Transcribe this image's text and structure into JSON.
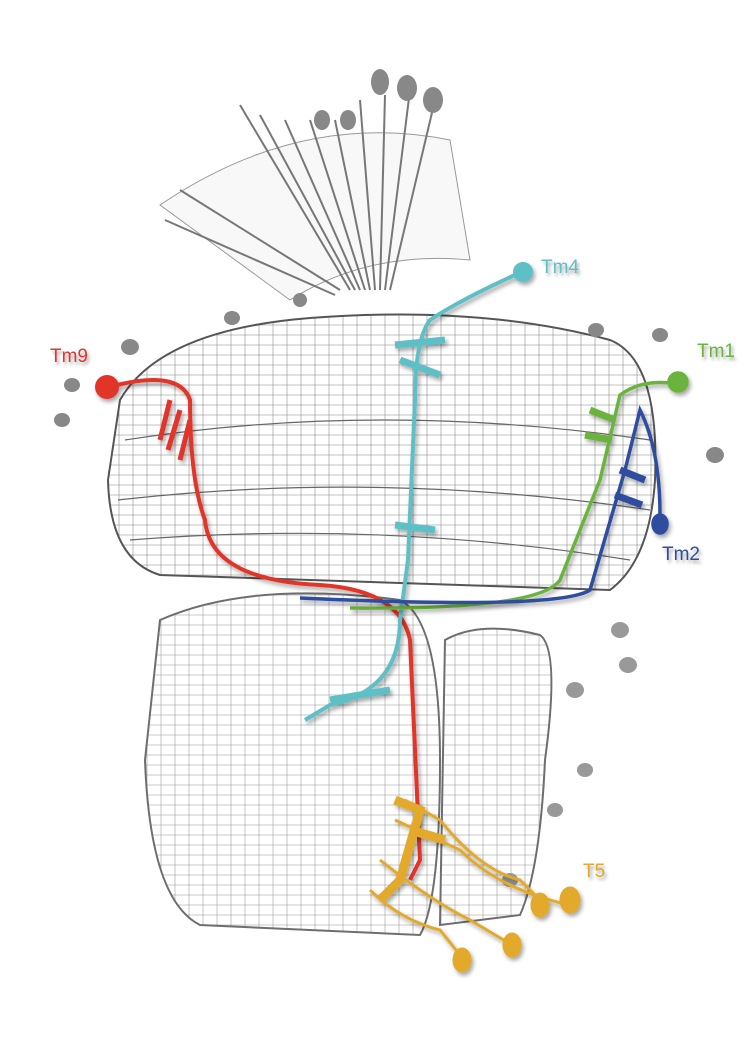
{
  "figure": {
    "neurons": [
      {
        "id": "tm9",
        "label": "Tm9",
        "color": "#e2352b"
      },
      {
        "id": "tm4",
        "label": "Tm4",
        "color": "#5fbfc6"
      },
      {
        "id": "tm1",
        "label": "Tm1",
        "color": "#6ab43e"
      },
      {
        "id": "tm2",
        "label": "Tm2",
        "color": "#2f4d9e"
      },
      {
        "id": "t5",
        "label": "T5",
        "color": "#e2a92c"
      }
    ]
  }
}
